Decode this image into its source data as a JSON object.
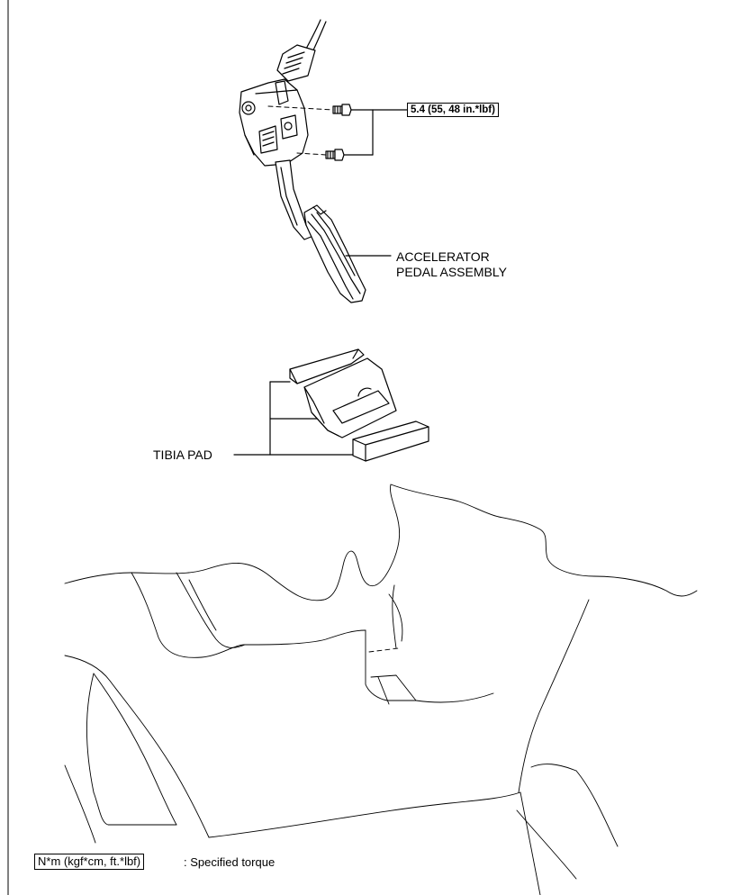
{
  "torque_callout": {
    "value": "5.4 (55, 48 in.*lbf)"
  },
  "labels": {
    "accelerator_line1": "ACCELERATOR",
    "accelerator_line2": "PEDAL ASSEMBLY",
    "tibia_pad": "TIBIA PAD"
  },
  "legend": {
    "unit_box": "N*m (kgf*cm, ft.*lbf)",
    "description": ": Specified torque"
  }
}
